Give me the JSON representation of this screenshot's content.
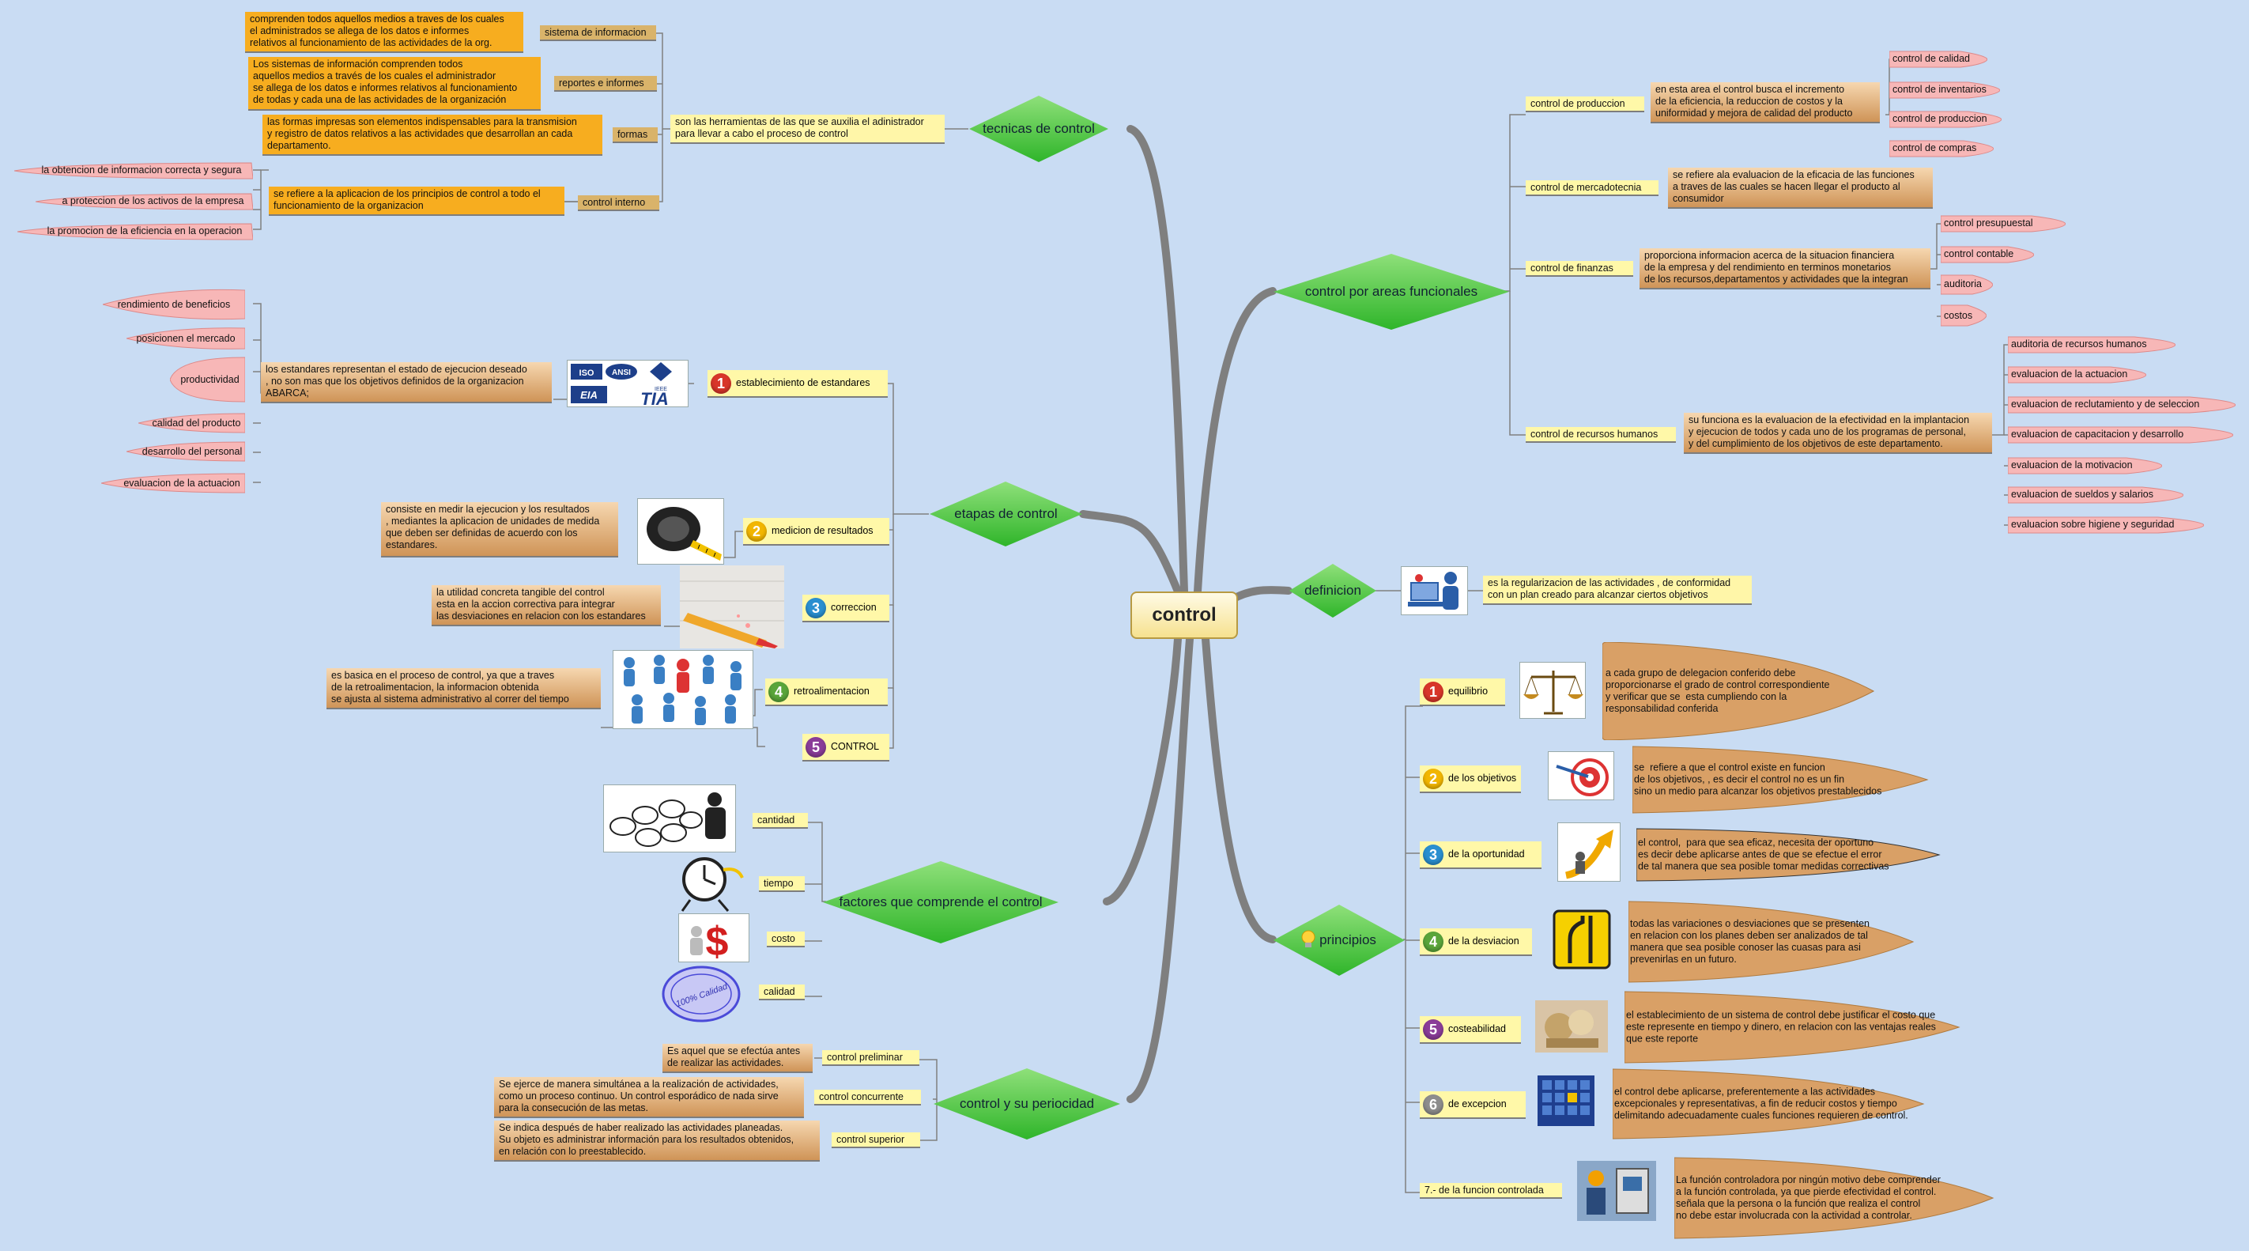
{
  "central": "control",
  "branches": {
    "tecnicas": {
      "title": "tecnicas de control",
      "desc": "son las herramientas de las que se auxilia el adinistrador\npara llevar a cabo el proceso de control",
      "items": [
        {
          "label": "sistema de informacion",
          "text": "comprenden todos aquellos medios a traves de los cuales\nel administrados se allega de los datos e informes\nrelativos al funcionamiento de las actividades de la org."
        },
        {
          "label": "reportes e informes",
          "text": "Los sistemas de información comprenden todos\naquellos medios a través de los cuales el administrador\nse allega de los datos e informes relativos al funcionamiento\nde todas y cada una de las actividades de la organización"
        },
        {
          "label": "formas",
          "text": "las formas impresas son elementos indispensables para la transmision\ny registro de datos relativos a las actividades que desarrollan an cada\ndepartamento."
        },
        {
          "label": "control interno",
          "text": "se refiere a la aplicacion de los principios de control a todo el\nfuncionamiento de la organizacion"
        }
      ],
      "internal_leaves": [
        "la obtencion de informacion correcta y segura",
        "a proteccion de los activos de la empresa",
        "la promocion de la eficiencia en la operacion"
      ]
    },
    "etapas": {
      "title": "etapas de control",
      "steps": [
        {
          "n": "1",
          "label": "establecimiento de estandares",
          "text": "los estandares representan el estado de ejecucion deseado\n, no son mas que los objetivos definidos de la organizacion\nABARCA;"
        },
        {
          "n": "2",
          "label": "medicion de resultados",
          "text": "consiste en medir la ejecucion y los resultados\n, mediantes la aplicacion de unidades de medida\nque deben ser definidas de acuerdo con los\nestandares."
        },
        {
          "n": "3",
          "label": "correccion",
          "text": "la utilidad concreta tangible del control\nesta en la accion correctiva para integrar\nlas desviaciones en relacion con los estandares"
        },
        {
          "n": "4",
          "label": "retroalimentacion",
          "text": "es basica en el proceso de control, ya que a traves\nde la retroalimentacion, la informacion obtenida\nse ajusta al sistema administrativo al correr del tiempo"
        },
        {
          "n": "5",
          "label": "CONTROL",
          "text": ""
        }
      ],
      "standards": [
        "rendimiento de beneficios",
        "posicionen el mercado",
        "productividad",
        "calidad del producto",
        "desarrollo del personal",
        "evaluacion de la actuacion"
      ],
      "logos": [
        "ISO",
        "ANSI",
        "IEEE",
        "EIA",
        "TIA"
      ]
    },
    "factores": {
      "title": "factores que comprende el control",
      "items": [
        "cantidad",
        "tiempo",
        "costo",
        "calidad"
      ],
      "calidad_seal": "100% Calidad"
    },
    "periodicidad": {
      "title": "control y su periocidad",
      "items": [
        {
          "label": "control preliminar",
          "text": "Es aquel que se efectúa antes\nde realizar las actividades."
        },
        {
          "label": "control concurrente",
          "text": "Se ejerce de manera simultánea a la realización de actividades,\ncomo un proceso continuo. Un control esporádico de nada sirve\npara la consecución de las metas."
        },
        {
          "label": "control superior",
          "text": "Se indica después de haber realizado las actividades planeadas.\nSu objeto es administrar información para los resultados obtenidos,\nen relación con lo preestablecido."
        }
      ]
    },
    "areas": {
      "title": "control por areas funcionales",
      "items": [
        {
          "label": "control de produccion",
          "text": "en esta area el control busca el incremento\nde la eficiencia, la reduccion de costos y la\nuniformidad y mejora de calidad del producto",
          "leaves": [
            "control de calidad",
            "control de inventarios",
            "control de produccion",
            "control de compras"
          ]
        },
        {
          "label": "control de mercadotecnia",
          "text": "se refiere ala evaluacion de la eficacia de las funciones\na traves de las cuales se hacen llegar el producto al\nconsumidor",
          "leaves": []
        },
        {
          "label": "control de finanzas",
          "text": "proporciona informacion acerca de la situacion financiera\nde la empresa y del rendimiento en terminos monetarios\nde los recursos,departamentos y actividades que la integran",
          "leaves": [
            "control presupuestal",
            "control contable",
            "auditoria",
            "costos"
          ]
        },
        {
          "label": "control de recursos humanos",
          "text": "su funciona es la evaluacion de la efectividad en la implantacion\ny ejecucion de todos y cada uno de los programas de personal,\ny del cumplimiento de los objetivos de este departamento.",
          "leaves": [
            "auditoria de recursos humanos",
            "evaluacion de la actuacion",
            "evaluacion de reclutamiento y de seleccion",
            "evaluacion de capacitacion y desarrollo",
            "evaluacion de la motivacion",
            "evaluacion de sueldos y salarios",
            "evaluacion sobre higiene y seguridad"
          ]
        }
      ]
    },
    "definicion": {
      "title": "definicion",
      "text": "es la regularizacion de las actividades , de conformidad\ncon un plan creado para alcanzar ciertos objetivos"
    },
    "principios": {
      "title": "principios",
      "items": [
        {
          "n": "1",
          "label": "equilibrio",
          "text": "a cada grupo de delegacion conferido debe\nproporcionarse el grado de control correspondiente\ny verificar que se  esta cumpliendo con la\nresponsabilidad conferida"
        },
        {
          "n": "2",
          "label": "de los objetivos",
          "text": "se  refiere a que el control existe en funcion\nde los objetivos, , es decir el control no es un fin\nsino un medio para alcanzar los objetivos prestablecidos"
        },
        {
          "n": "3",
          "label": "de la oportunidad",
          "text": "el control,  para que sea eficaz, necesita der oportuno\nes decir debe aplicarse antes de que se efectue el error\nde tal manera que sea posible tomar medidas correctivas"
        },
        {
          "n": "4",
          "label": "de la desviacion",
          "text": "todas las variaciones o desviaciones que se presenten\nen relacion con los planes deben ser analizados de tal\nmanera que sea posible conoser las cuasas para asi\nprevenirlas en un futuro."
        },
        {
          "n": "5",
          "label": "costeabilidad",
          "text": "el establecimiento de un sistema de control debe justificar el costo que\neste represente en tiempo y dinero, en relacion con las ventajas reales\nque este reporte"
        },
        {
          "n": "6",
          "label": "de excepcion",
          "text": "el control debe aplicarse, preferentemente a las actividades\nexcepcionales y representativas, a fin de reducir costos y tiempo\ndelimitando adecuadamente cuales funciones requieren de control."
        },
        {
          "n": "",
          "label": "7.- de la funcion controlada",
          "text": "La función controladora por ningún motivo debe comprender\na la función controlada, ya que pierde efectividad el control.\nseñala que la persona o la función que realiza el control\nno debe estar involucrada con la actividad a controlar."
        }
      ]
    }
  },
  "colors": {
    "background": "#c9dcf3",
    "diamond": "#55c83f",
    "leaf_pink": "#f7b7b7",
    "note_orange": "#f7ad1f",
    "note_yellow": "#fff6a8",
    "petal_tan": "#d9a066"
  }
}
